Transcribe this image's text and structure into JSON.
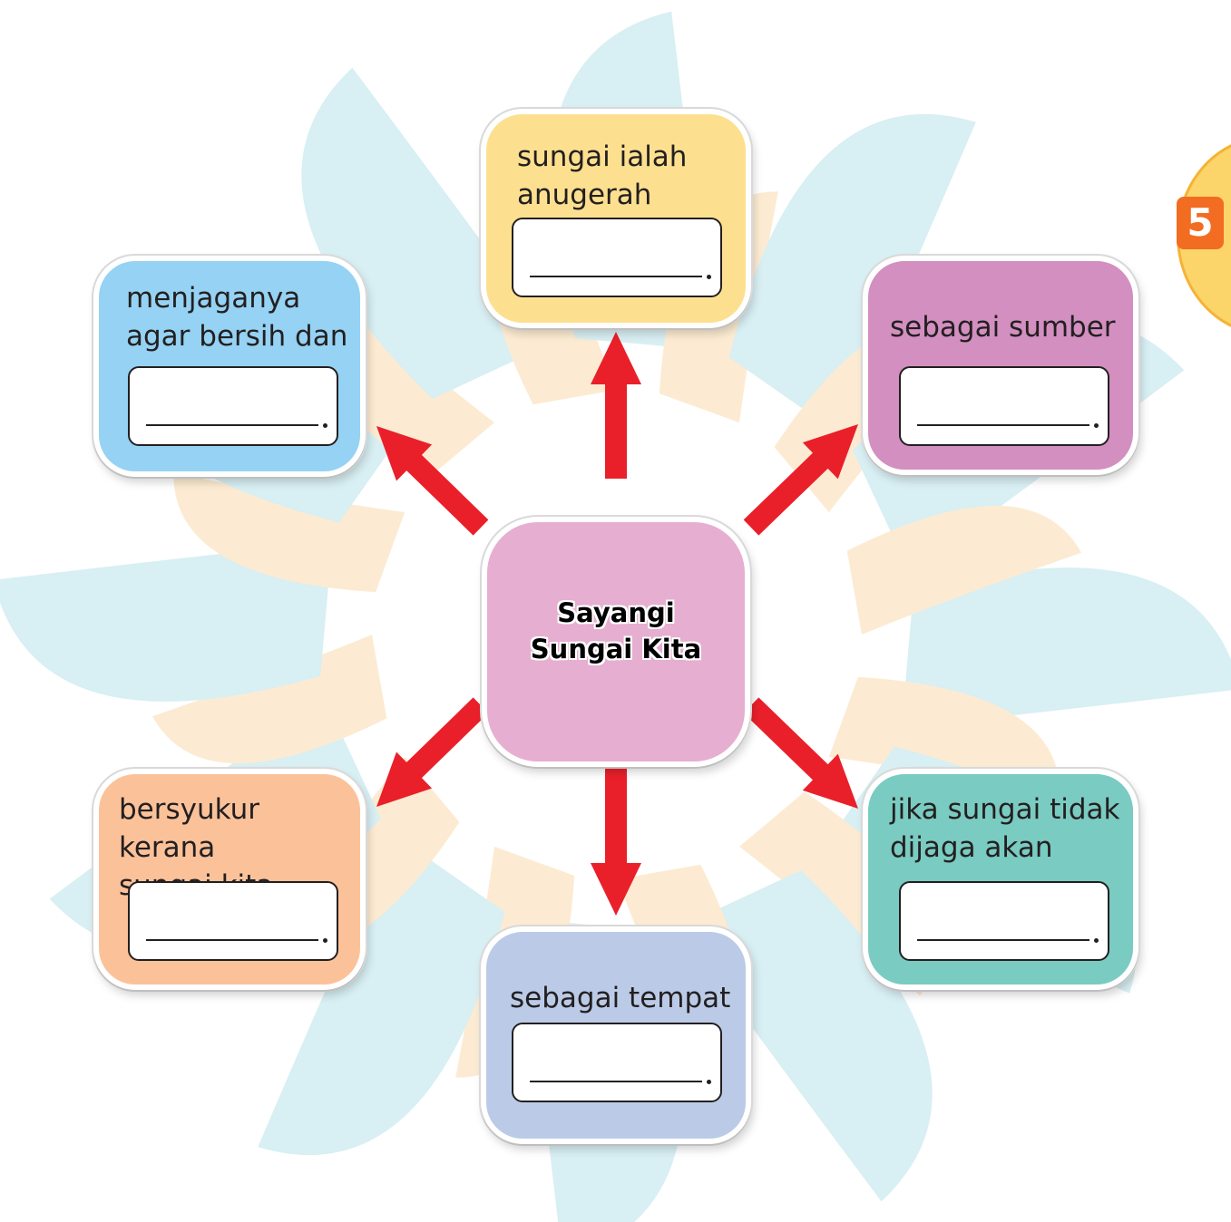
{
  "colors": {
    "arrow": "#e9202a",
    "center": "#e6aed0",
    "decor_blue": "#d8eff3",
    "decor_peach": "#fcebd2",
    "page_badge": "#f26c21"
  },
  "center": {
    "title": "Sayangi\nSungai Kita"
  },
  "nodes": {
    "top": {
      "text": "sungai ialah\nanugerah",
      "color": "#fde08f"
    },
    "top_right": {
      "text": "sebagai sumber",
      "color": "#d28fc0"
    },
    "bottom_right": {
      "text": "jika sungai tidak\ndijaga akan",
      "color": "#7acbc1"
    },
    "bottom": {
      "text": "sebagai tempat",
      "color": "#bbcbe7"
    },
    "bottom_left": {
      "text": "bersyukur kerana\nsungai kita",
      "color": "#fbc29a"
    },
    "top_left": {
      "text": "menjaganya\nagar bersih dan",
      "color": "#95d2f3"
    }
  },
  "page_number": "5"
}
